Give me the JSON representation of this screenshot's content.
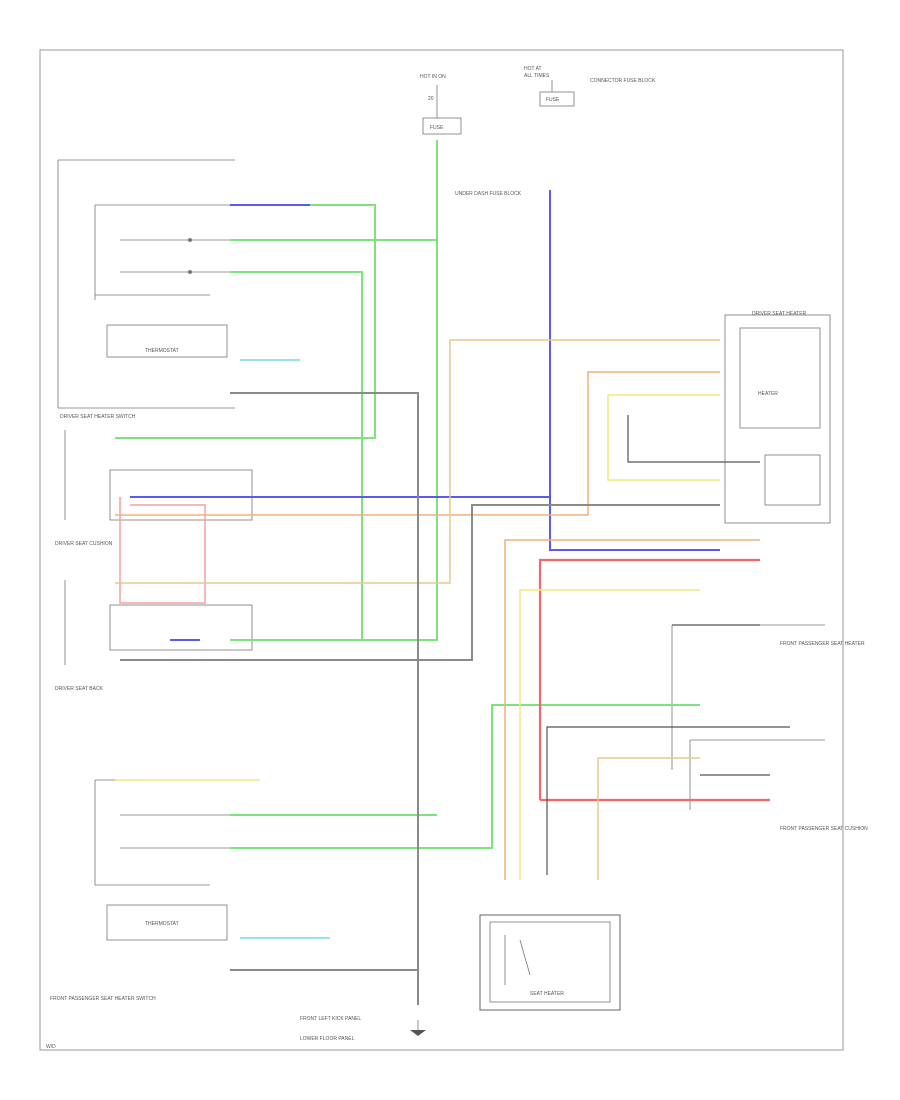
{
  "wire_colors": {
    "gray": "#8a8a8a",
    "green": "#7ee37e",
    "blue": "#5a5af0",
    "red": "#f06868",
    "pink": "#f4a0a0",
    "orange": "#f2b07a",
    "tan": "#e8c890",
    "yellow": "#f2ea7a",
    "cyan": "#7cd8e8",
    "black": "#555555",
    "dark_gray": "#666666"
  },
  "labels": {
    "fuse_left_top": "HOT IN ON",
    "fuse_left_sub": "20",
    "fuse_left_box": "FUSE",
    "fuse_right_top": "HOT AT",
    "fuse_right_sub": "ALL TIMES",
    "fuse_right_box": "FUSE",
    "fuse_right_note": "CONNECTOR FUSE BLOCK",
    "junction_note": "UNDER DASH FUSE BLOCK",
    "driver_heater_switch": "DRIVER SEAT HEATER SWITCH",
    "driver_seat_heater": "DRIVER SEAT HEATER",
    "driver_seat_back": "DRIVER SEAT CUSHION",
    "driver_seat_lower": "DRIVER SEAT BACK",
    "pass_seat_heater_switch": "FRONT PASSENGER SEAT HEATER SWITCH",
    "pass_seat_heater": "FRONT PASSENGER SEAT HEATER",
    "pass_cushion": "FRONT PASSENGER SEAT CUSHION",
    "seat_heater_relay": "SEAT HEATER",
    "heater_unit": "HEATER",
    "thermo": "THERMOSTAT",
    "ground_note": "FRONT LEFT KICK PANEL",
    "ground_note2": "LOWER FLOOR PANEL",
    "footer": "W/D"
  }
}
